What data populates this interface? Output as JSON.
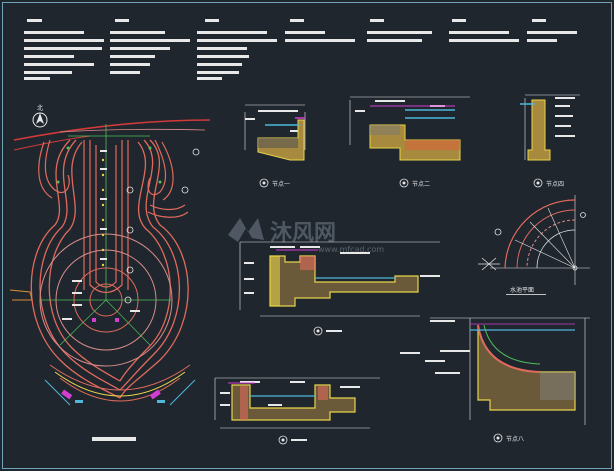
{
  "drawing": {
    "north_label": "北",
    "details": {
      "d1": "节点一",
      "d2": "节点二",
      "d3": "节点四",
      "d4": "节点八"
    },
    "plan_label": "水池平面",
    "watermark": {
      "text": "沐风网",
      "url": "www.mfcad.com"
    }
  },
  "colors": {
    "background": "#1f262e",
    "border": "#6fa3b8",
    "plan_red": "#e06a5c",
    "plan_pink": "#d98c8a",
    "yellow": "#e8d44a",
    "cyan": "#4fb8d8",
    "green": "#4fbf5a",
    "magenta": "#d23fd0",
    "white": "#e8e8e8"
  }
}
